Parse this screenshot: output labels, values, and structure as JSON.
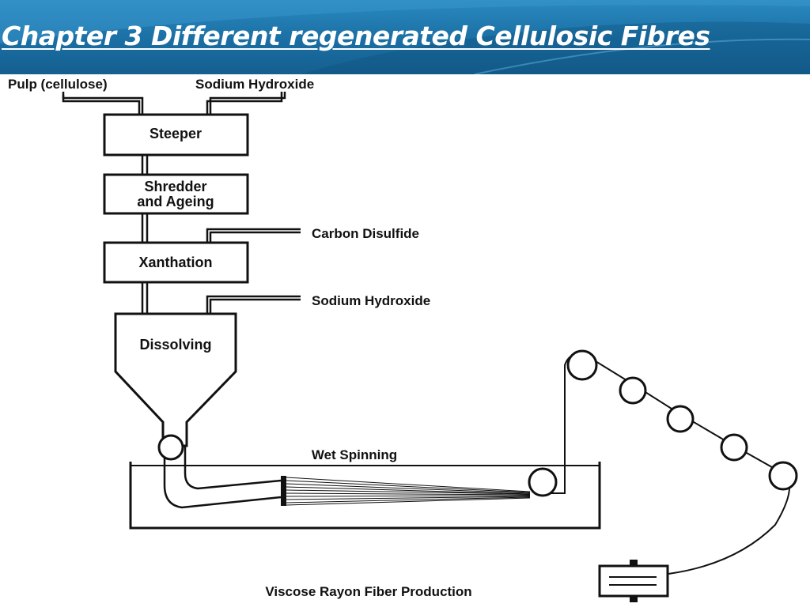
{
  "slide": {
    "title": "Chapter 3 Different regenerated Cellulosic Fibres"
  },
  "diagram": {
    "inputs": {
      "pulp": "Pulp (cellulose)",
      "naoh_top": "Sodium Hydroxide",
      "carbon_disulfide": "Carbon Disulfide",
      "naoh_mid": "Sodium Hydroxide"
    },
    "steps": {
      "steeper": "Steeper",
      "shredder_line1": "Shredder",
      "shredder_line2": "and Ageing",
      "xanthation": "Xanthation",
      "dissolving": "Dissolving"
    },
    "bath_label": "Wet Spinning",
    "caption": "Viscose Rayon Fiber Production"
  }
}
